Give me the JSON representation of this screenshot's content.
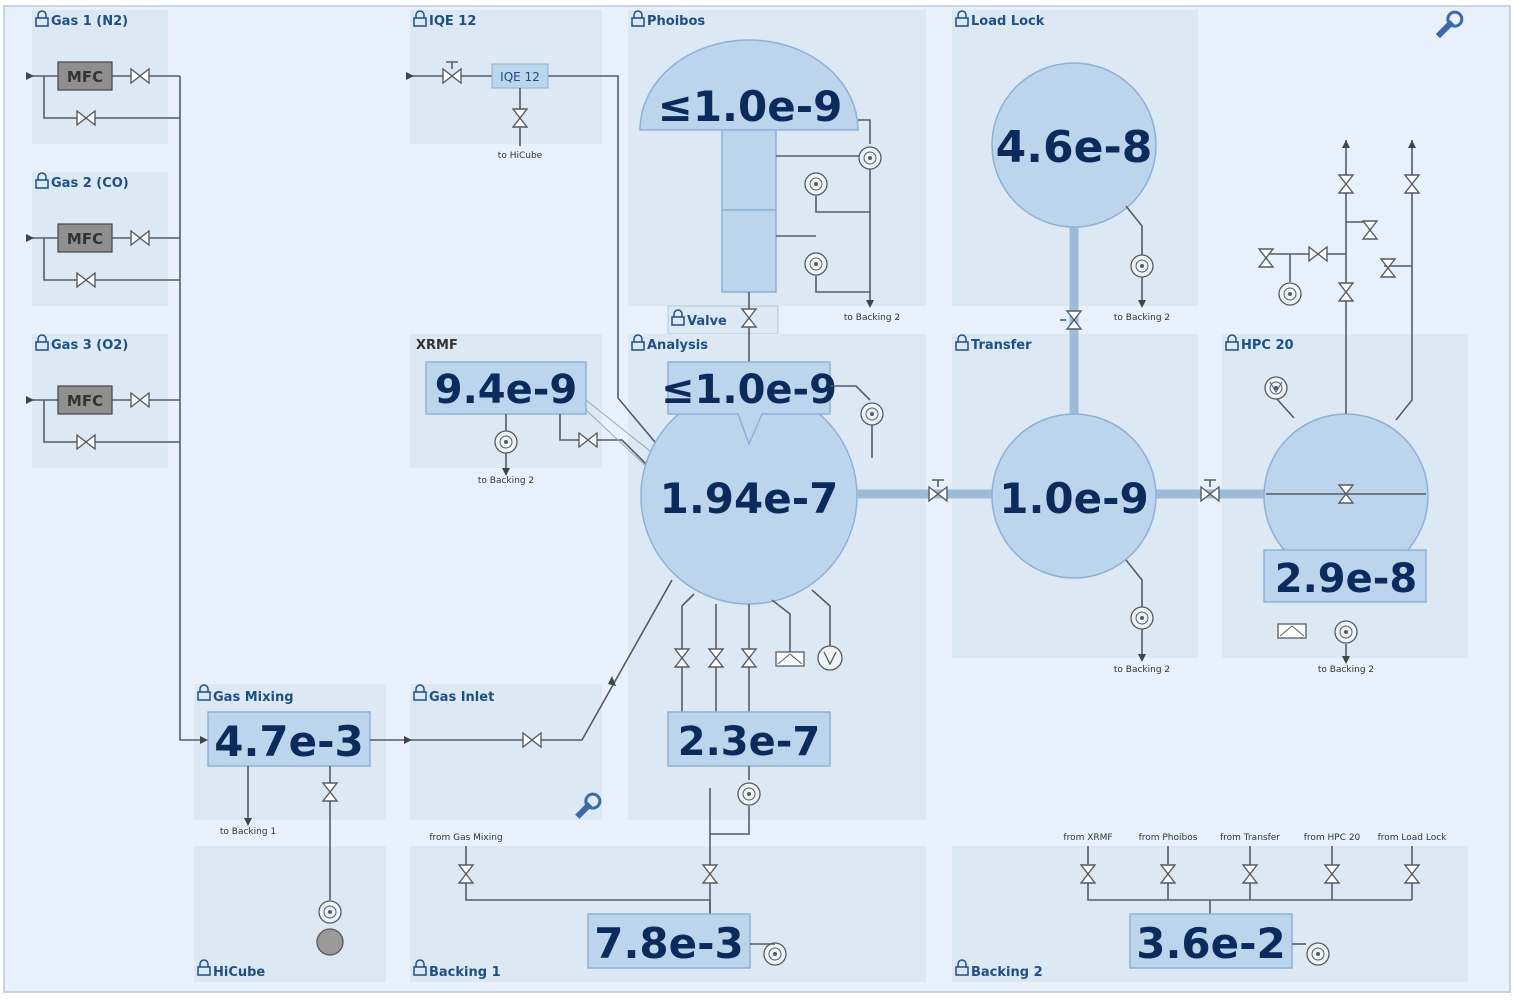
{
  "panels": {
    "gas1": "Gas 1 (N2)",
    "gas2": "Gas 2 (CO)",
    "gas3": "Gas 3 (O2)",
    "iqe": "IQE 12",
    "phoibos": "Phoibos",
    "loadlock": "Load Lock",
    "xrmf": "XRMF",
    "valve": "Valve",
    "analysis": "Analysis",
    "transfer": "Transfer",
    "hpc": "HPC 20",
    "gasmixing": "Gas Mixing",
    "gasinlet": "Gas Inlet",
    "hicube": "HiCube",
    "backing1": "Backing 1",
    "backing2": "Backing 2"
  },
  "mfc_label": "MFC",
  "iqe_box": "IQE 12",
  "readings": {
    "phoibos": "≤1.0e-9",
    "loadlock": "4.6e-8",
    "xrmf": "9.4e-9",
    "analysis_top": "≤1.0e-9",
    "analysis": "1.94e-7",
    "transfer": "1.0e-9",
    "hpc": "2.9e-8",
    "gasmixing": "4.7e-3",
    "gasinlet_analysis": "2.3e-7",
    "backing1": "7.8e-3",
    "backing2": "3.6e-2"
  },
  "small_labels": {
    "to_hicube": "to HiCube",
    "to_backing2_phoibos": "to Backing 2",
    "to_backing2_loadlock": "to Backing 2",
    "to_backing2_xrmf": "to Backing 2",
    "to_backing2_transfer": "to Backing 2",
    "to_backing2_hpc": "to Backing 2",
    "to_backing1": "to Backing 1",
    "from_gas_mixing": "from Gas Mixing",
    "from_xrmf": "from XRMF",
    "from_phoibos": "from Phoibos",
    "from_transfer": "from Transfer",
    "from_hpc20": "from HPC 20",
    "from_loadlock": "from Load Lock"
  },
  "icons": [
    "lock-icon",
    "wrench-icon",
    "valve-icon",
    "gauge-icon",
    "pump-icon"
  ],
  "colors": {
    "background": "#e8f1fb",
    "panel": "#dce8f4",
    "readout": "#bcd4ec",
    "value_text": "#0d2a5c",
    "label_text": "#1f4f86"
  }
}
